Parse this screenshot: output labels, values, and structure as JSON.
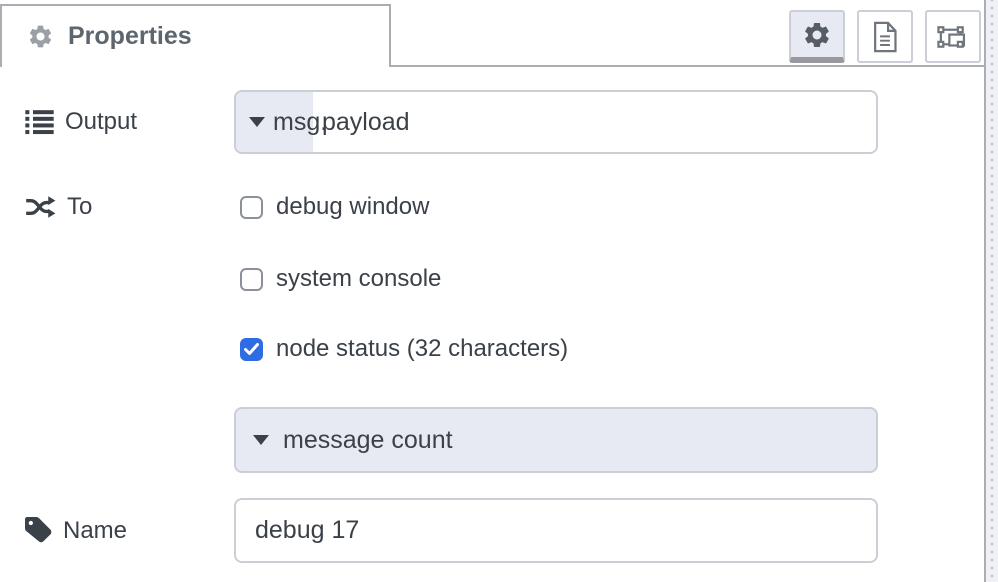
{
  "header": {
    "tab_title": "Properties",
    "toolbar_buttons": [
      {
        "name": "properties",
        "icon": "gear-icon",
        "active": true
      },
      {
        "name": "description",
        "icon": "document-icon",
        "active": false
      },
      {
        "name": "appearance",
        "icon": "appearance-icon",
        "active": false
      }
    ]
  },
  "fields": {
    "output": {
      "label": "Output",
      "icon": "list-icon",
      "type": "msg.",
      "value": "payload"
    },
    "to": {
      "label": "To",
      "icon": "shuffle-icon",
      "options": [
        {
          "label": "debug window",
          "checked": false
        },
        {
          "label": "system console",
          "checked": false
        },
        {
          "label": "node status (32 characters)",
          "checked": true
        }
      ]
    },
    "status": {
      "selected_option": "message count"
    },
    "name": {
      "label": "Name",
      "icon": "tag-icon",
      "value": "debug 17"
    }
  },
  "colors": {
    "accent_lavender": "#e7e9f3",
    "checkbox_checked": "#2e6ce6",
    "panel_border": "#abadb2",
    "field_border": "#ccced6",
    "text": "#3b4148",
    "tab_title": "#5d656e"
  }
}
